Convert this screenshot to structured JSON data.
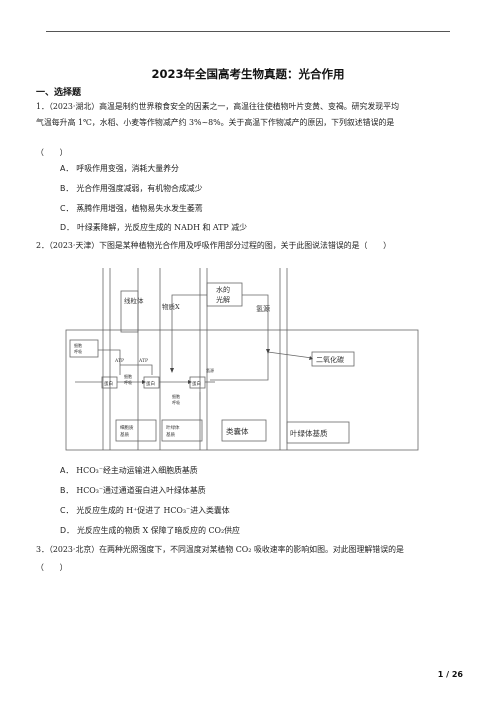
{
  "page": {
    "title": "2023年全国高考生物真题：光合作用",
    "section": "一、选择题",
    "page_number": "1 / 26"
  },
  "q1": {
    "line1": "1．（2023·湖北）高温是制约世界粮食安全的因素之一，高温往往使植物叶片变黄、变褐。研究发现平均",
    "line2": "气温每升高 1℃，水稻、小麦等作物减产约 3%~8%。关于高温下作物减产的原因，下列叙述错误的是",
    "paren": "（　　）",
    "options": [
      {
        "letter": "A．",
        "text": "呼吸作用变强，消耗大量养分"
      },
      {
        "letter": "B．",
        "text": "光合作用强度减弱，有机物合成减少"
      },
      {
        "letter": "C．",
        "text": "蒸腾作用增强，植物易失水发生萎蔫"
      },
      {
        "letter": "D．",
        "text": "叶绿素降解，光反应生成的 NADH 和 ATP 减少"
      }
    ]
  },
  "q2": {
    "line1": "2．（2023·天津）下图是某种植物光合作用及呼吸作用部分过程的图，关于此图说法错误的是（　　）",
    "options": [
      {
        "letter": "A．",
        "text": "HCO₃⁻经主动运输进入细胞质基质"
      },
      {
        "letter": "B．",
        "text": "HCO₃⁻通过通道蛋白进入叶绿体基质"
      },
      {
        "letter": "C．",
        "text": "光反应生成的 H⁺促进了 HCO₃⁻进入类囊体"
      },
      {
        "letter": "D．",
        "text": "光反应生成的物质 X 保障了暗反应的 CO₂供应"
      }
    ]
  },
  "diagram": {
    "mito": "线粒体",
    "water_photolysis_1": "水的",
    "water_photolysis_2": "光解",
    "substance_x": "物质X",
    "proton": "氢源",
    "co2": "二氧化碳",
    "respiration_1": "细胞",
    "respiration_2": "呼吸",
    "atp": "ATP",
    "protein": "蛋白",
    "thylakoid": "类囊体",
    "stroma": "叶绿体基质",
    "cyto_1": "细胞质",
    "cyto_2": "基质",
    "chloro_1": "叶绿体",
    "chloro_2": "基质",
    "hydrogen": "氢源"
  },
  "q3": {
    "line1": "3．（2023·北京）在两种光照强度下，不同温度对某植物 CO₂ 吸收速率的影响如图。对此图理解错误的是",
    "paren": "（　　）"
  }
}
